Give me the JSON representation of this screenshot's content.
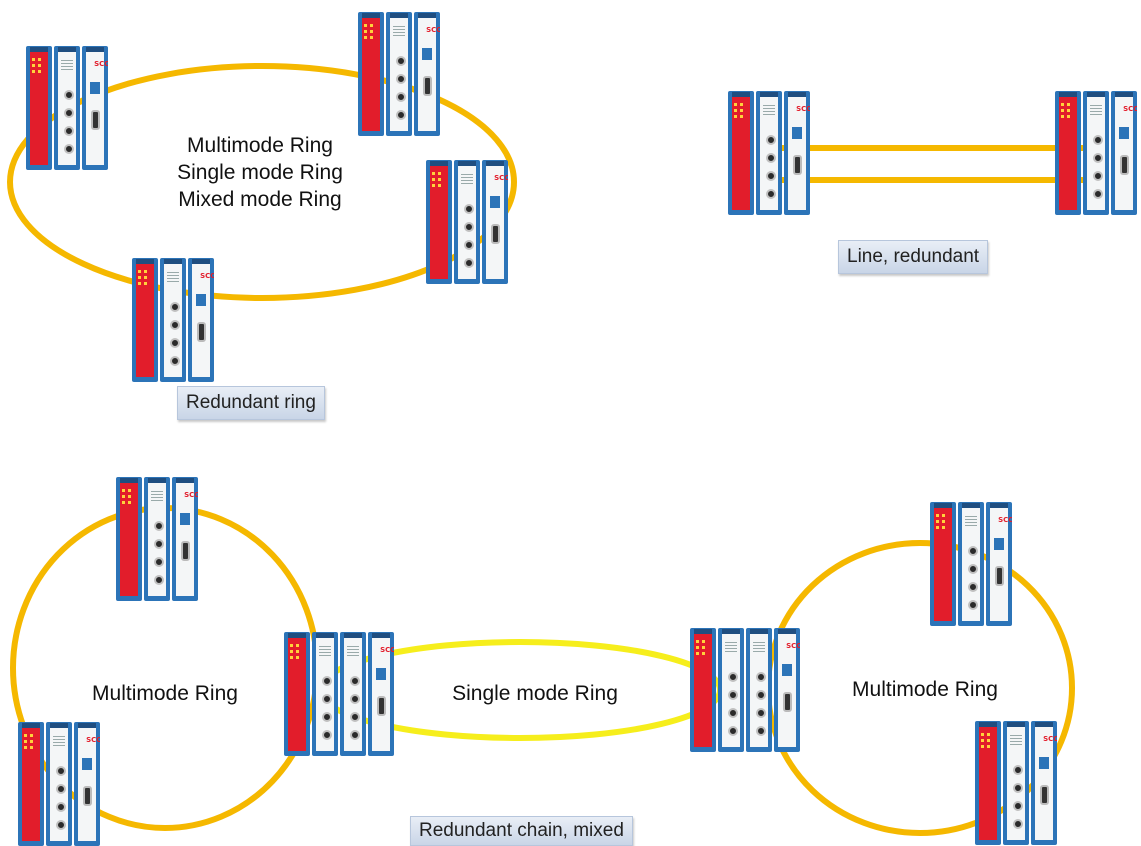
{
  "labels": {
    "ring_types": [
      "Multimode Ring",
      "Single mode Ring",
      "Mixed mode Ring"
    ],
    "redundant_ring": "Redundant ring",
    "line_redundant": "Line, redundant",
    "left_ring": "Multimode Ring",
    "middle_ring": "Single mode Ring",
    "right_ring": "Multimode Ring",
    "redundant_chain": "Redundant chain, mixed"
  },
  "device_text": {
    "scope": "SCOPE"
  },
  "colors": {
    "multimode_fiber": "#f5b800",
    "singlemode_fiber": "#f6ee1c",
    "module_blue": "#2c74b8",
    "module_red": "#e21d2b",
    "label_box": "#d5def0"
  }
}
